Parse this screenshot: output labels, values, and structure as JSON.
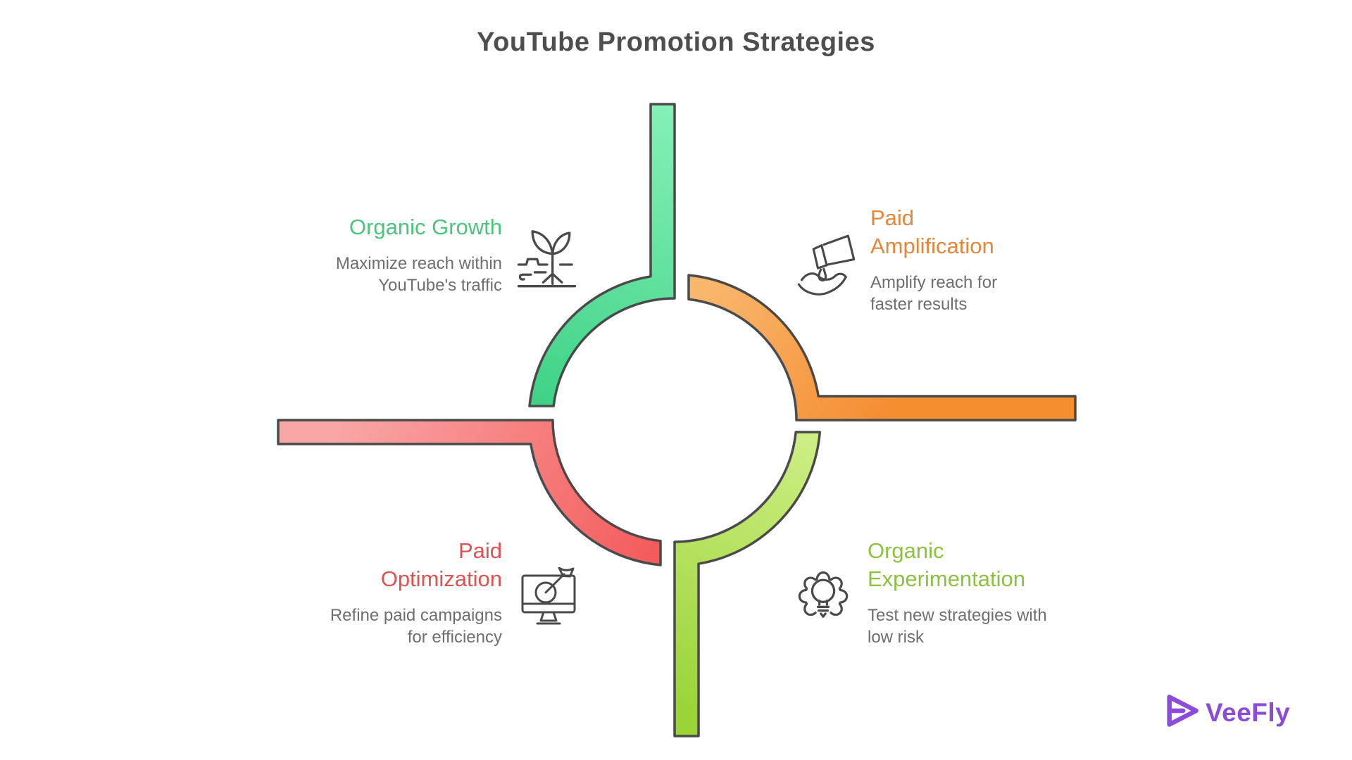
{
  "title": "YouTube Promotion Strategies",
  "quadrants": [
    {
      "id": "organic-growth",
      "label": "Organic Growth",
      "description": "Maximize reach within YouTube's traffic",
      "label_color": "#4dc47d",
      "shape_gradient": [
        "#87f0b6",
        "#3ed286"
      ],
      "icon": "sprout-icon"
    },
    {
      "id": "paid-amplification",
      "label": "Paid Amplification",
      "description": "Amplify reach for faster results",
      "label_color": "#e2883b",
      "shape_gradient": [
        "#f9b76e",
        "#f58d31"
      ],
      "icon": "megaphone-hand-icon"
    },
    {
      "id": "paid-optimization",
      "label": "Paid Optimization",
      "description": "Refine paid campaigns for efficiency",
      "label_color": "#de5252",
      "shape_gradient": [
        "#f9a6a6",
        "#f45a5a"
      ],
      "icon": "monitor-target-icon"
    },
    {
      "id": "organic-experimentation",
      "label": "Organic Experimentation",
      "description": "Test new strategies with low risk",
      "label_color": "#8cc23f",
      "shape_gradient": [
        "#cdee85",
        "#9bd437"
      ],
      "icon": "gear-lightbulb-icon"
    }
  ],
  "brand": {
    "name": "VeeFly",
    "color": "#8b4bdb"
  },
  "diagram": {
    "outline_color": "#4a4a4a",
    "title_color": "#4e4e4e",
    "description_color": "#6e6e6e"
  }
}
